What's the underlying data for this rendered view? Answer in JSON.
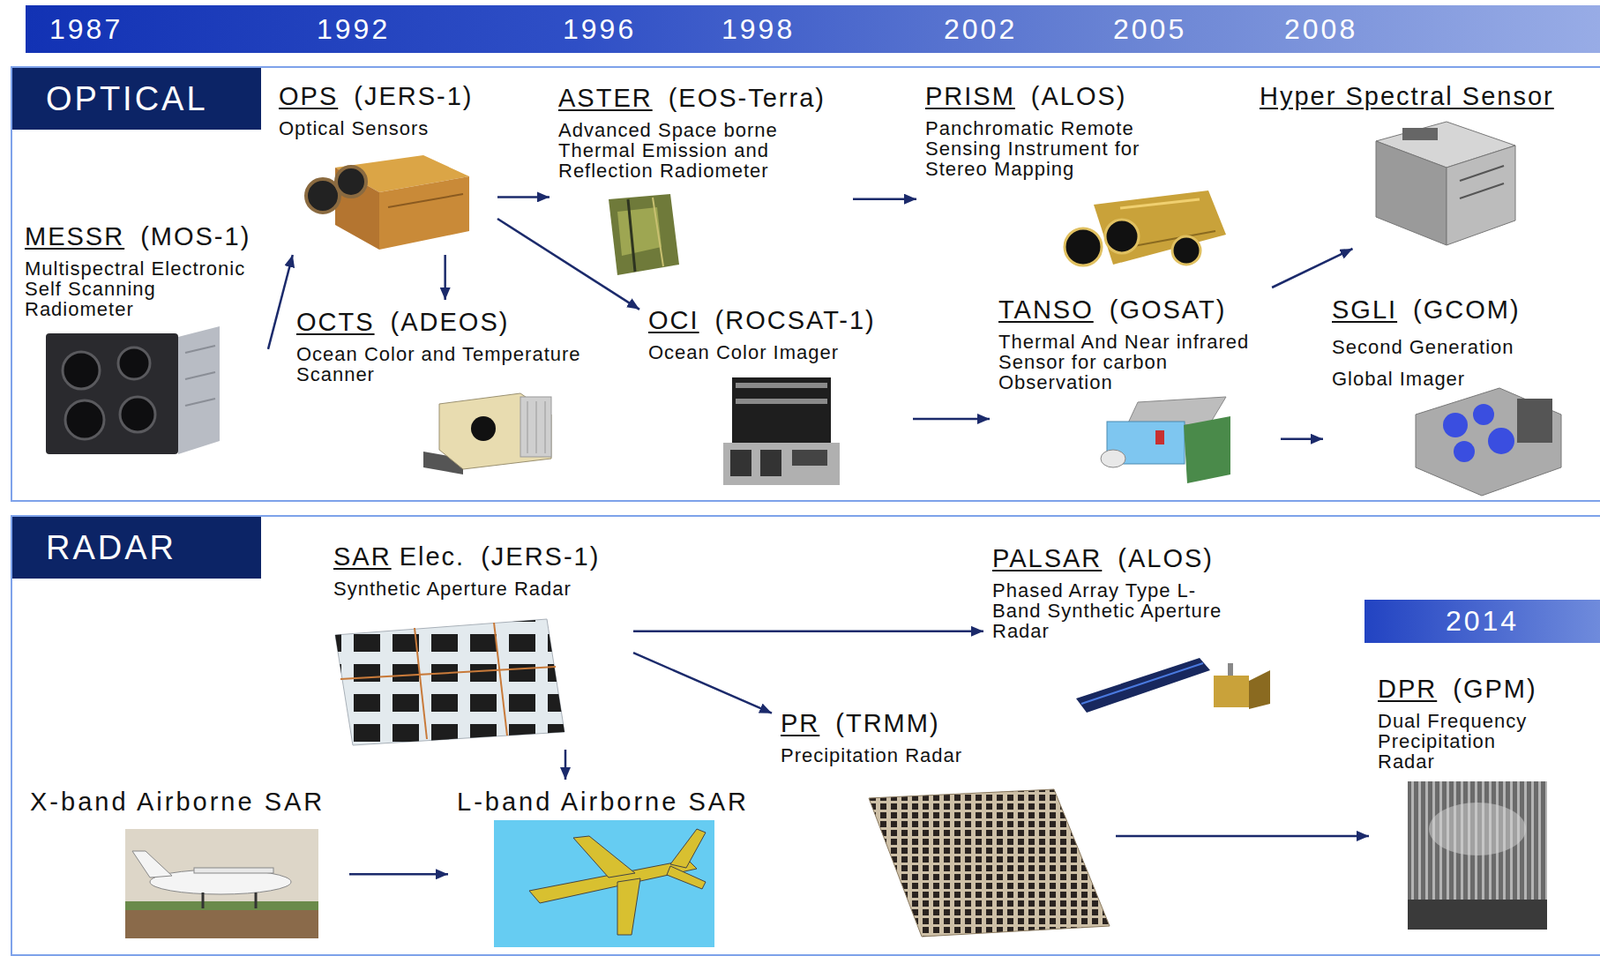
{
  "diagram": {
    "nodes": [
      {
        "text": [
          "1987",
          "1992",
          "1996",
          "1998",
          "2002",
          "2005",
          "2008"
        ]
      },
      {
        "text": [
          "OPTICAL"
        ]
      },
      {
        "text": [
          "OPS",
          "(JERS-1)",
          "Optical Sensors"
        ],
        "in": 1
      },
      {
        "text": [
          "ASTER",
          "(EOS-Terra)",
          "Advanced Space borne Thermal Emission and Reflection Radiometer"
        ],
        "in": 1
      },
      {
        "text": [
          "PRISM",
          "(ALOS)",
          "Panchromatic Remote Sensing Instrument for Stereo Mapping"
        ],
        "in": 1
      },
      {
        "text": [
          "Hyper Spectral Sensor"
        ],
        "in": 1
      },
      {
        "text": [
          "MESSR",
          "(MOS-1)",
          "Multispectral Electronic Self Scanning Radiometer"
        ],
        "in": 1
      },
      {
        "text": [
          "OCTS",
          "(ADEOS)",
          "Ocean Color and Temperature Scanner"
        ],
        "in": 1
      },
      {
        "text": [
          "OCI",
          "(ROCSAT-1)",
          "Ocean Color Imager"
        ],
        "in": 1
      },
      {
        "text": [
          "TANSO",
          "(GOSAT)",
          "Thermal And Near infrared Sensor for carbon Observation"
        ],
        "in": 1
      },
      {
        "text": [
          "SGLI",
          "(GCOM)",
          "Second Generation Global Imager"
        ],
        "in": 1
      },
      {
        "text": [
          "RADAR"
        ]
      },
      {
        "text": [
          "SAR",
          "Elec.",
          "(JERS-1)",
          "Synthetic Aperture Radar"
        ],
        "in": 11
      },
      {
        "text": [
          "PALSAR",
          "(ALOS)",
          "Phased Array Type L-Band Synthetic Aperture Radar"
        ],
        "in": 11
      },
      {
        "text": [
          "2014"
        ],
        "in": 11
      },
      {
        "text": [
          "DPR",
          "(GPM)",
          "Dual Frequency Precipitation Radar"
        ],
        "in": 11
      },
      {
        "text": [
          "PR",
          "(TRMM)",
          "Precipitation Radar"
        ],
        "in": 11
      },
      {
        "text": [
          "X-band Airborne SAR"
        ],
        "in": 11
      },
      {
        "text": [
          "L-band Airborne SAR"
        ],
        "in": 11
      }
    ],
    "edges": [
      {
        "from": 6,
        "to": 2,
        "arrow": "to"
      },
      {
        "from": 2,
        "to": 3,
        "arrow": "to"
      },
      {
        "from": 2,
        "to": 7,
        "arrow": "to"
      },
      {
        "from": 2,
        "to": 8,
        "arrow": "to"
      },
      {
        "from": 3,
        "to": 4,
        "arrow": "to"
      },
      {
        "from": 8,
        "to": 9,
        "arrow": "to"
      },
      {
        "from": 9,
        "to": 10,
        "arrow": "to"
      },
      {
        "from": 9,
        "to": 5,
        "arrow": "to"
      },
      {
        "from": 12,
        "to": 13,
        "arrow": "to"
      },
      {
        "from": 12,
        "to": 16,
        "arrow": "to"
      },
      {
        "from": 12,
        "to": 18,
        "arrow": "to"
      },
      {
        "from": 17,
        "to": 18,
        "arrow": "to"
      },
      {
        "from": 16,
        "to": 15,
        "arrow": "to"
      }
    ]
  }
}
